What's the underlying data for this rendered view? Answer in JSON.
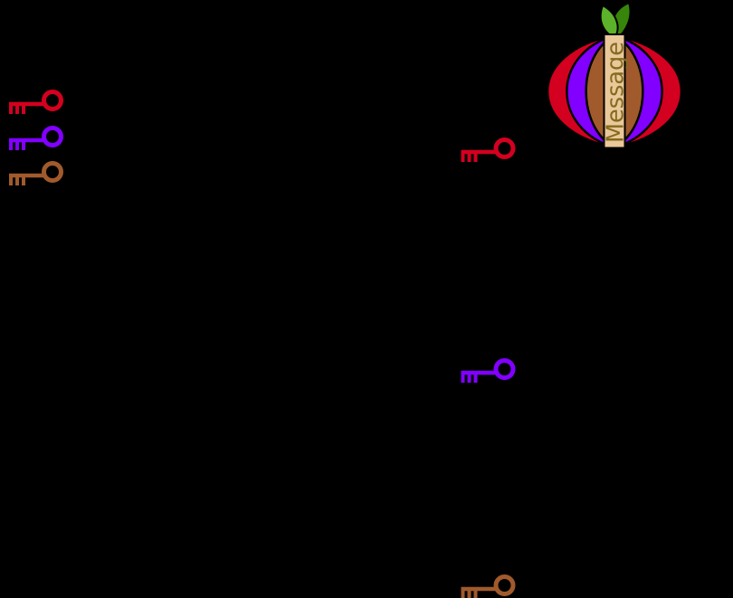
{
  "canvas": {
    "background": "#000000",
    "outline_color": "#000000"
  },
  "onion": {
    "icon": "onion-icon",
    "message_label": "Message",
    "message_text_color": "#846a1e",
    "core_color": "#e9c89a",
    "layers": [
      {
        "name": "outer-layer",
        "color": "#d40020"
      },
      {
        "name": "middle-layer",
        "color": "#8100ff"
      },
      {
        "name": "inner-layer",
        "color": "#a05a2c"
      }
    ],
    "leaves": [
      {
        "icon": "dark-leaf-icon",
        "color": "#37850a"
      },
      {
        "icon": "light-leaf-icon",
        "color": "#5cb22a"
      }
    ]
  },
  "keys": {
    "left_stack": [
      {
        "icon": "red-key-icon",
        "color": "#d40020"
      },
      {
        "icon": "purple-key-icon",
        "color": "#8100ff"
      },
      {
        "icon": "brown-key-icon",
        "color": "#a05a2c"
      }
    ],
    "route_column": [
      {
        "icon": "red-key-icon",
        "color": "#d40020"
      },
      {
        "icon": "purple-key-icon",
        "color": "#8100ff"
      },
      {
        "icon": "brown-key-icon",
        "color": "#a05a2c"
      }
    ]
  }
}
